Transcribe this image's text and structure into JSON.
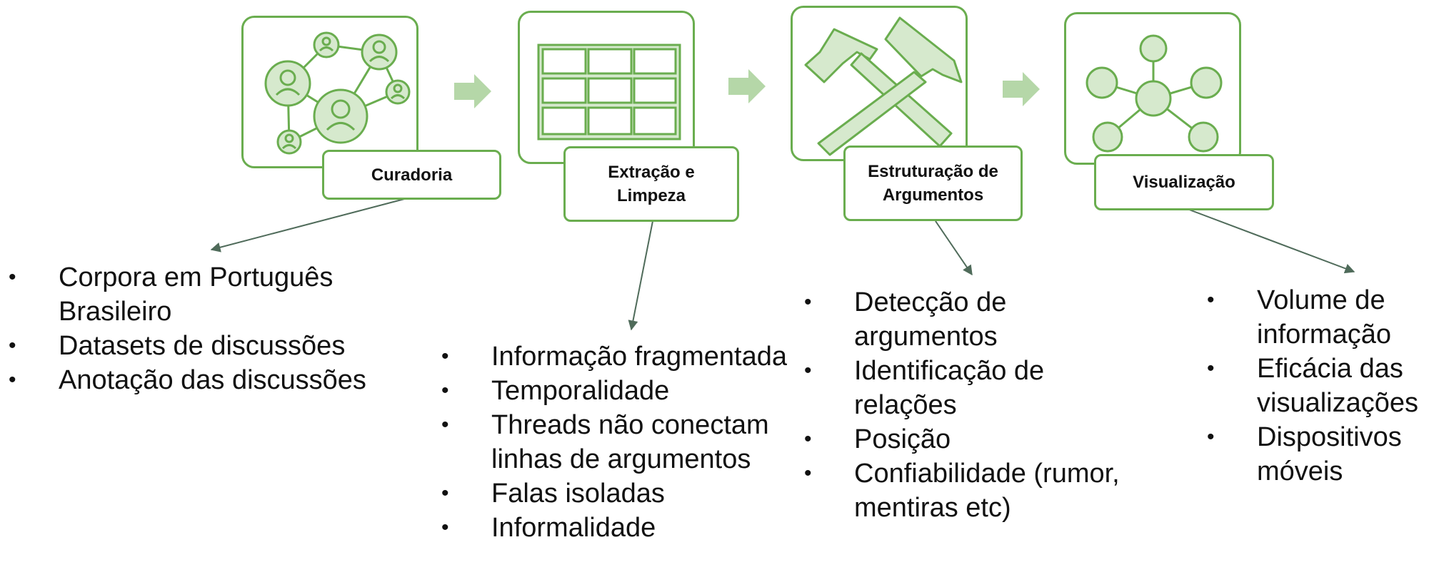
{
  "stages": [
    {
      "label": "Curadoria",
      "icon": "network-people-icon",
      "items": [
        "Corpora em Português Brasileiro",
        "Datasets de discussões",
        "Anotação das discussões"
      ]
    },
    {
      "label": "Extração e Limpeza",
      "icon": "table-grid-icon",
      "items": [
        "Informação fragmentada",
        "Temporalidade",
        "Threads não conectam linhas de argumentos",
        "Falas isoladas",
        "Informalidade"
      ]
    },
    {
      "label": "Estruturação de Argumentos",
      "icon": "hammers-icon",
      "items": [
        "Detecção de argumentos",
        "Identificação de relações",
        "Posição",
        "Confiabilidade (rumor, mentiras etc)"
      ]
    },
    {
      "label": "Visualização",
      "icon": "hub-network-icon",
      "items": [
        "Volume de informação",
        "Eficácia das visualizações",
        "Dispositivos móveis"
      ]
    }
  ],
  "colors": {
    "accent": "#6aad4f",
    "fill": "#d6e9cd",
    "arrow": "#b5d7a8",
    "connector": "#4f6b5a"
  }
}
